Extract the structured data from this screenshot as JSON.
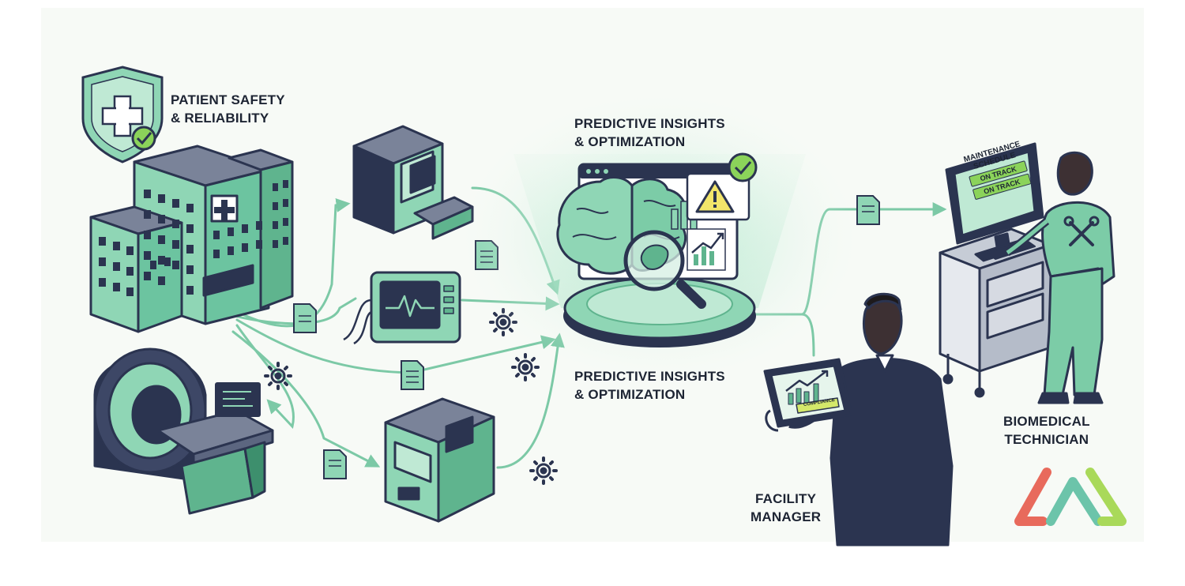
{
  "labels": {
    "patient_safety": [
      "PATIENT SAFETY",
      "& RELIABILITY"
    ],
    "insights_top": [
      "PREDICTIVE INSIGHTS",
      "& OPTIMIZATION"
    ],
    "insights_bottom": [
      "PREDICTIVE INSIGHTS",
      "& OPTIMIZATION"
    ],
    "biomedical_technician": [
      "BIOMEDICAL",
      "TECHNICIAN"
    ],
    "facility_manager": [
      "FACILITY",
      "MANAGER"
    ]
  },
  "technician_monitor": {
    "title_line1": "MAINTENANCE",
    "title_line2": "SCHEDULE",
    "status_1": "ON TRACK",
    "status_2": "ON TRACK"
  },
  "tablet": {
    "badge": "COMPLIANCE"
  },
  "colors": {
    "mint": "#8fd6b5",
    "mint_dark": "#5fbf95",
    "navy": "#2b3450",
    "flow_line": "#7cc9a6",
    "check_green": "#8bd35a",
    "warning_yellow": "#f2e56a",
    "logo_red": "#e86a5c",
    "logo_teal": "#6cc4aa",
    "logo_green": "#a9d95a"
  },
  "icons": [
    "shield-cross-icon",
    "check-badge-icon",
    "document-icon",
    "gear-icon",
    "brain-icon",
    "magnifier-icon",
    "warning-icon",
    "chart-icon",
    "wrench-icon",
    "logo-mark"
  ]
}
